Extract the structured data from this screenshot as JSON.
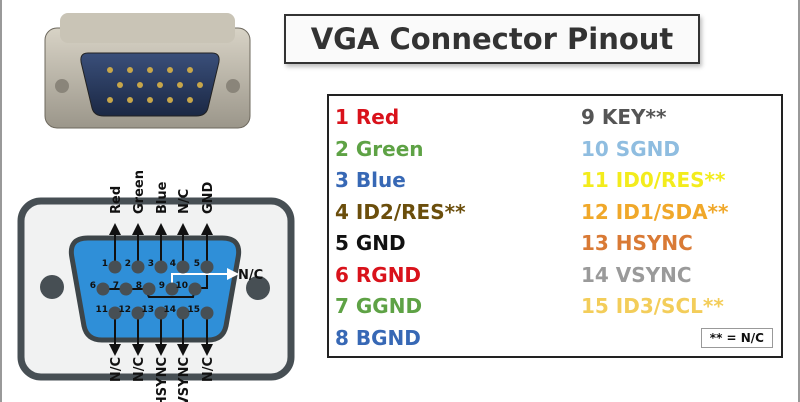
{
  "title": "VGA Connector Pinout",
  "colors": {
    "red": "#d9121b",
    "green": "#5ea245",
    "blue": "#3768b5",
    "olive": "#6b4e0c",
    "black": "#111111",
    "darkgray": "#555555",
    "lightblue": "#8fbde0",
    "yellow": "#f3ec1c",
    "orange": "#f0a82a",
    "brown": "#d97a35",
    "gray": "#9a9a9a",
    "lightyellow": "#f3cd5a",
    "connector": "#2f8fd8"
  },
  "legend": {
    "left": [
      {
        "text": "1 Red",
        "color": "#d9121b"
      },
      {
        "text": "2 Green",
        "color": "#5ea245"
      },
      {
        "text": "3 Blue",
        "color": "#3768b5"
      },
      {
        "text": "4 ID2/RES**",
        "color": "#6b4e0c"
      },
      {
        "text": "5 GND",
        "color": "#111111"
      },
      {
        "text": "6 RGND",
        "color": "#d9121b"
      },
      {
        "text": "7 GGND",
        "color": "#5ea245"
      },
      {
        "text": "8 BGND",
        "color": "#3768b5"
      }
    ],
    "right": [
      {
        "text": "9 KEY**",
        "color": "#555555"
      },
      {
        "text": "10 SGND",
        "color": "#8fbde0"
      },
      {
        "text": "11 ID0/RES**",
        "color": "#f3ec1c"
      },
      {
        "text": "12 ID1/SDA**",
        "color": "#f0a82a"
      },
      {
        "text": "13 HSYNC",
        "color": "#d97a35"
      },
      {
        "text": "14 VSYNC",
        "color": "#9a9a9a"
      },
      {
        "text": "15 ID3/SCL**",
        "color": "#f3cd5a"
      }
    ],
    "note": "**  = N/C"
  },
  "diagram": {
    "pins": [
      "1",
      "2",
      "3",
      "4",
      "5",
      "6",
      "7",
      "8",
      "9",
      "10",
      "11",
      "12",
      "13",
      "14",
      "15"
    ],
    "top_labels": [
      "Red",
      "Green",
      "Blue",
      "N/C",
      "GND"
    ],
    "bottom_labels": [
      "N/C",
      "N/C",
      "HSYNC",
      "VSYNC",
      "N/C"
    ],
    "side_label": "N/C"
  }
}
